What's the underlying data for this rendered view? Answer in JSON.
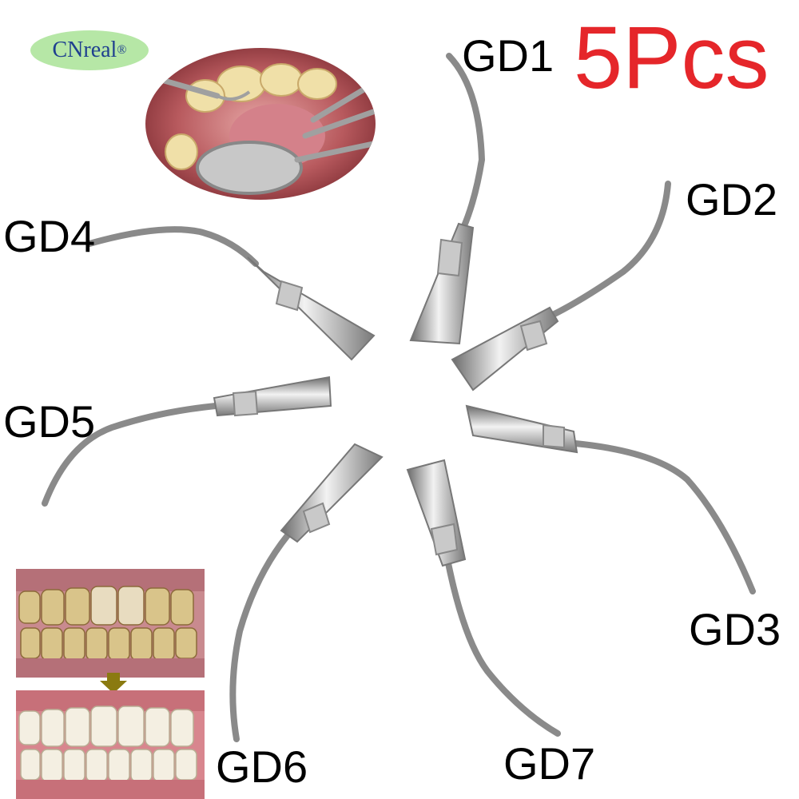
{
  "brand": {
    "name": "CNreal",
    "mark": "®"
  },
  "quantity": "5Pcs",
  "tips": [
    {
      "label": "GD1"
    },
    {
      "label": "GD2"
    },
    {
      "label": "GD3"
    },
    {
      "label": "GD4"
    },
    {
      "label": "GD5"
    },
    {
      "label": "GD6"
    },
    {
      "label": "GD7"
    }
  ],
  "colors": {
    "quantity": "#e5262a",
    "brand_badge": "#b6e7a6",
    "brand_text": "#1f3f8f",
    "arrow": "#8a7a10",
    "gum": "#c98a8f"
  }
}
